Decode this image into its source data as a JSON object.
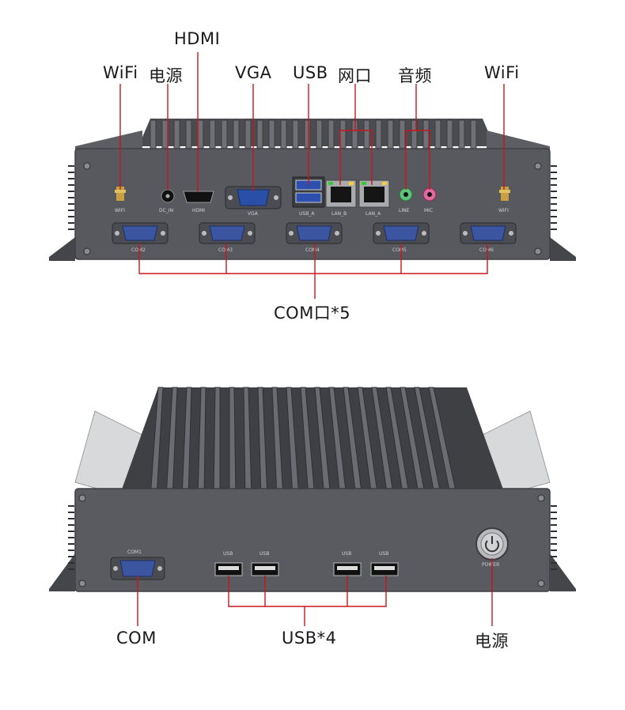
{
  "top_panel": {
    "labels": {
      "hdmi": "HDMI",
      "wifi_left": "WiFi",
      "power": "电源",
      "vga": "VGA",
      "usb": "USB",
      "lan": "网口",
      "audio": "音频",
      "wifi_right": "WiFi",
      "com": "COM口*5"
    },
    "port_text": {
      "wifi_l": "WIFI",
      "dc_in": "DC_IN",
      "hdmi": "HDMI",
      "vga": "VGA",
      "usb_a": "USB_A",
      "lan_b": "LAN_B",
      "lan_a": "LAN_A",
      "line": "LINE",
      "mic": "MIC",
      "wifi_r": "WIFI",
      "com2": "COM2",
      "com3": "COM3",
      "com4": "COM4",
      "com5": "COM5",
      "com6": "COM6"
    }
  },
  "bottom_panel": {
    "labels": {
      "com": "COM",
      "usb": "USB*4",
      "power": "电源"
    },
    "port_text": {
      "com1": "COM1",
      "usb1": "USB",
      "usb2": "USB",
      "usb3": "USB",
      "usb4": "USB",
      "power": "POWER"
    }
  },
  "colors": {
    "callout_line": "#c8161d",
    "chassis": "#55575c",
    "chassis_dark": "#3c3e42",
    "fin": "#6b6d72"
  }
}
